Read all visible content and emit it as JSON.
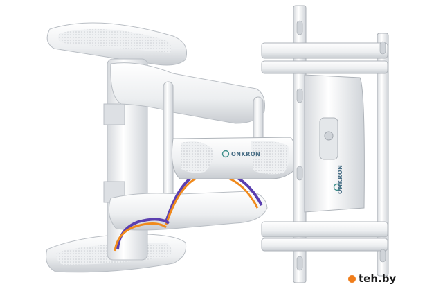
{
  "product": {
    "brand_marking_arm": "ONKRON",
    "brand_marking_plate": "ONKRON"
  },
  "watermark": {
    "text": "teh.by",
    "dot_color": "#f07d1a"
  },
  "colors": {
    "metal_white": "#f2f3f4",
    "shadow_gray": "#c9ccd0",
    "cable_purple": "#5b3fb0",
    "cable_orange": "#f08a1c"
  }
}
